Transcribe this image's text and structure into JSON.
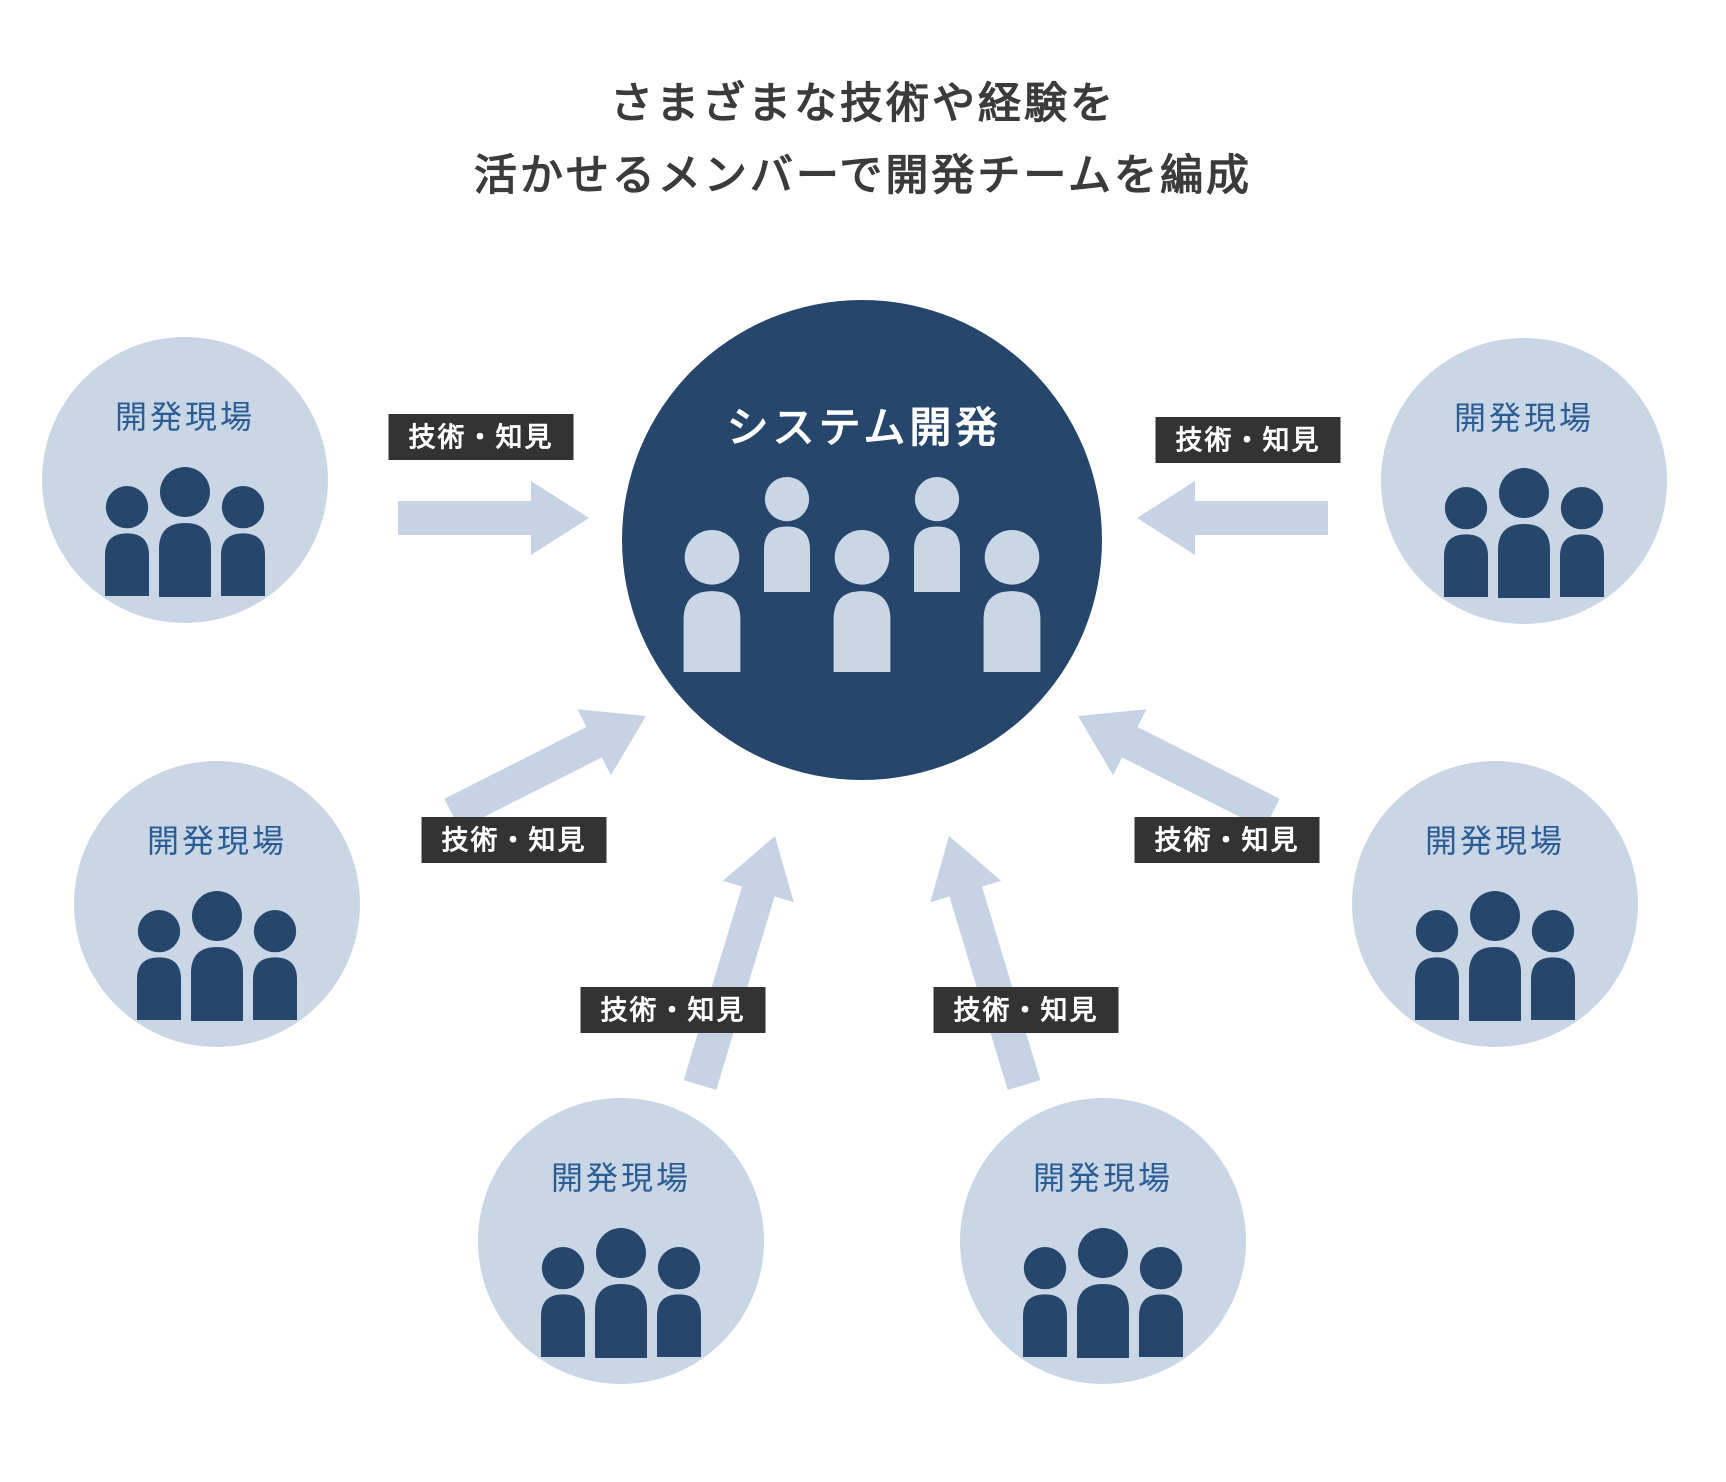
{
  "title": {
    "line1": "さまざまな技術や経験を",
    "line2": "活かせるメンバーで開発チームを編成"
  },
  "center": {
    "label": "システム開発"
  },
  "sites": [
    {
      "label": "開発現場",
      "position": "top-left"
    },
    {
      "label": "開発現場",
      "position": "top-right"
    },
    {
      "label": "開発現場",
      "position": "middle-left"
    },
    {
      "label": "開発現場",
      "position": "middle-right"
    },
    {
      "label": "開発現場",
      "position": "bottom-left"
    },
    {
      "label": "開発現場",
      "position": "bottom-right"
    }
  ],
  "badges": [
    {
      "label": "技術・知見",
      "position": "top-left"
    },
    {
      "label": "技術・知見",
      "position": "top-right"
    },
    {
      "label": "技術・知見",
      "position": "middle-left"
    },
    {
      "label": "技術・知見",
      "position": "middle-right"
    },
    {
      "label": "技術・知見",
      "position": "bottom-left"
    },
    {
      "label": "技術・知見",
      "position": "bottom-right"
    }
  ],
  "colors": {
    "navy": "#27466b",
    "light_blue": "#c9d6e6",
    "arrow": "#c5d3e5",
    "badge_bg": "#333333",
    "badge_text": "#ffffff",
    "site_label": "#2c5c94",
    "center_label": "#ffffff",
    "title_text": "#3b3b3b",
    "background": "#ffffff"
  }
}
